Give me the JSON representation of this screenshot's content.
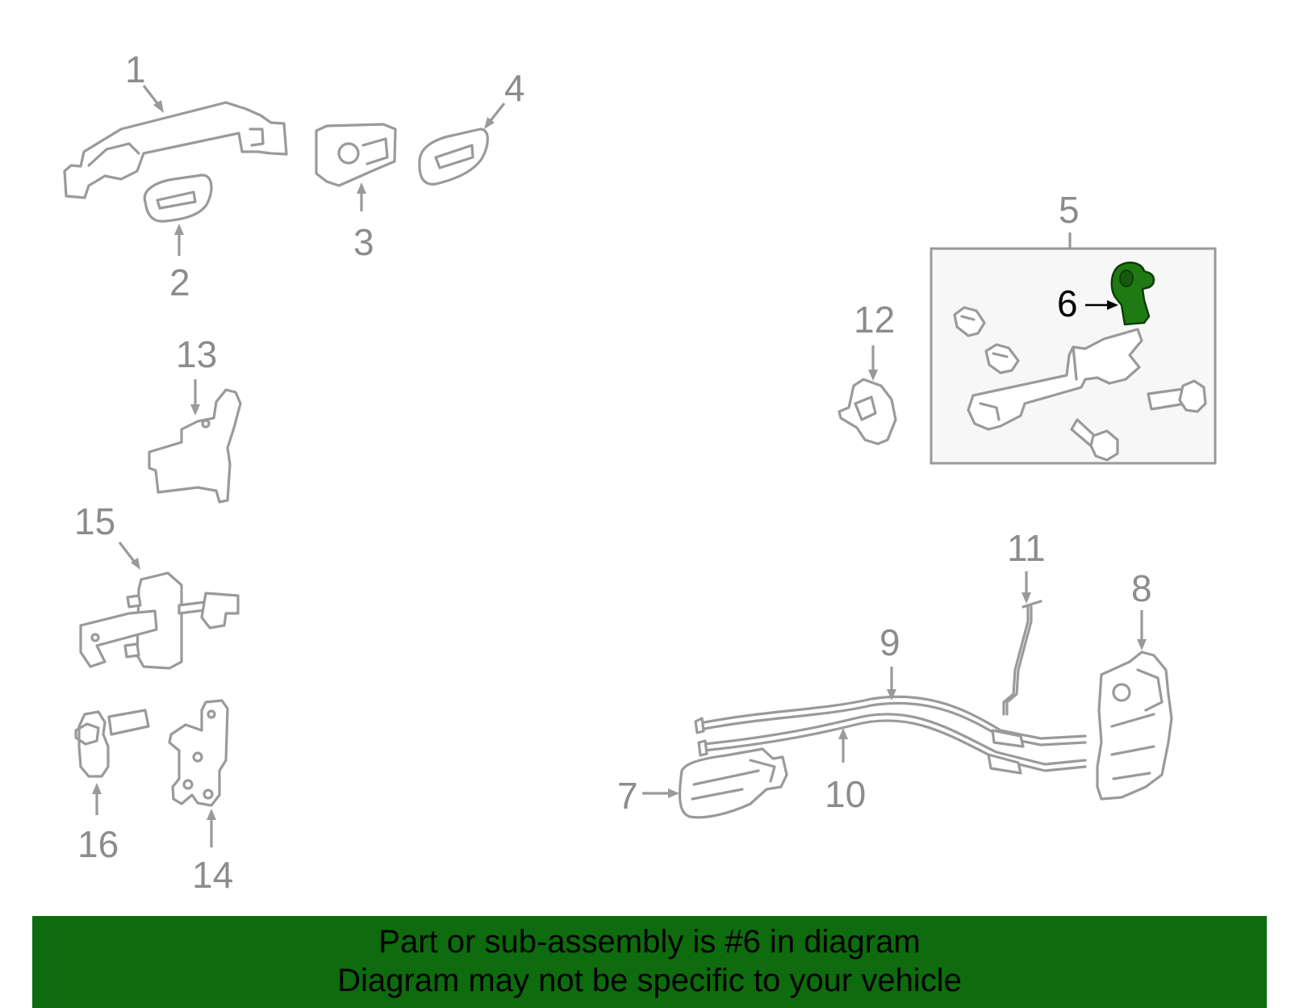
{
  "callouts": {
    "c1": "1",
    "c2": "2",
    "c3": "3",
    "c4": "4",
    "c5": "5",
    "c6": "6",
    "c7": "7",
    "c8": "8",
    "c9": "9",
    "c10": "10",
    "c11": "11",
    "c12": "12",
    "c13": "13",
    "c14": "14",
    "c15": "15",
    "c16": "16"
  },
  "banner": {
    "line1": "Part or sub-assembly is #6 in diagram",
    "line2": "Diagram may not be specific to your vehicle"
  },
  "colors": {
    "banner_bg": "#0e6b0e",
    "highlight_part": "#1f7a14",
    "outline": "#9a9a9a",
    "callout_text": "#8c8c8c"
  }
}
